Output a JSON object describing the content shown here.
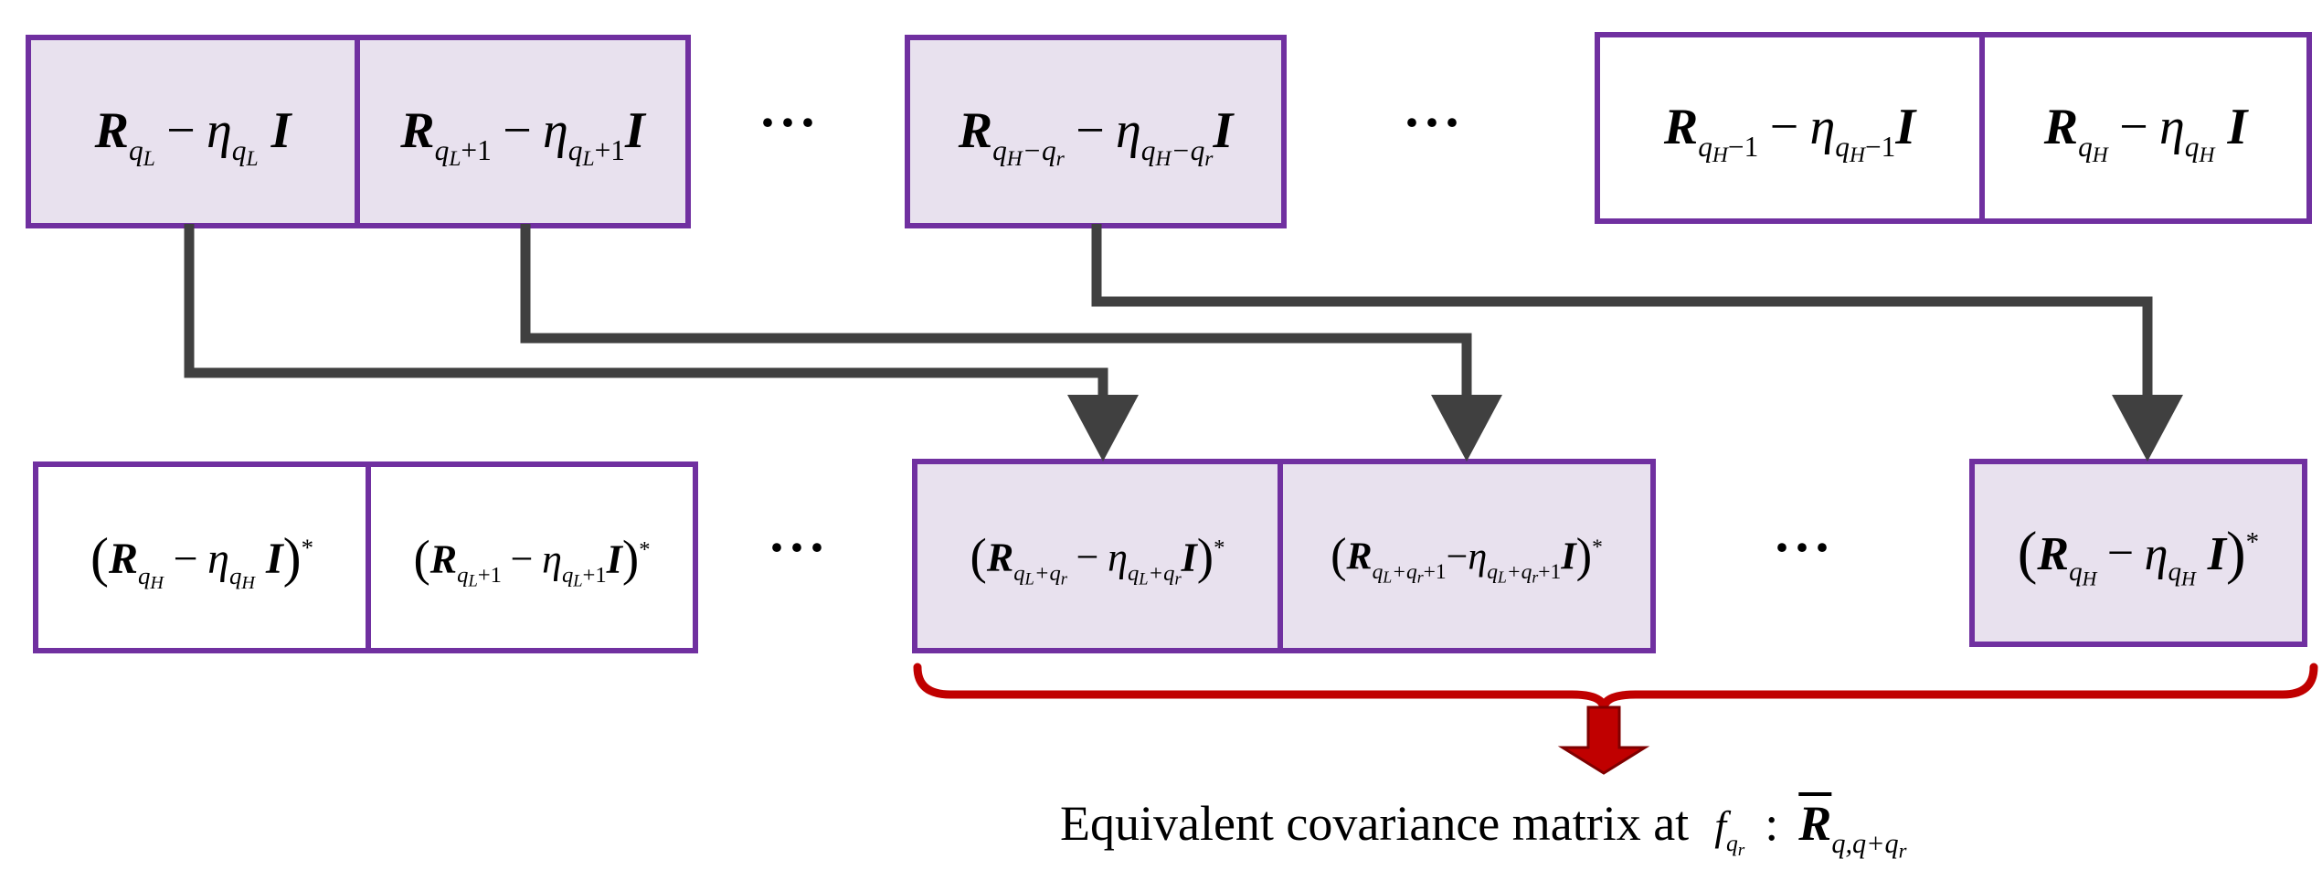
{
  "colors": {
    "border": "#7030a0",
    "shaded_fill": "#e8e1ee",
    "arrow": "#404040",
    "brace": "#c00000"
  },
  "top_row": {
    "cell_qL": {
      "sym": "R",
      "sub": "q",
      "sub2": "L",
      "minus": "−",
      "eta": "η",
      "esub": "q",
      "esub2": "L",
      "ident": "I"
    },
    "cell_qL1": {
      "sym": "R",
      "sub": "q",
      "sub2": "L",
      "plus": "+1",
      "minus": "−",
      "eta": "η",
      "esub": "q",
      "esub2": "L",
      "eplus": "+1",
      "ident": "I"
    },
    "dots1": "···",
    "cell_qHqr": {
      "sym": "R",
      "sub": "q",
      "sub2": "H",
      "mid": "−q",
      "sub3": "r",
      "minus": "−",
      "eta": "η",
      "esub": "q",
      "esub2": "H",
      "emid": "−q",
      "esub3": "r",
      "ident": "I"
    },
    "dots2": "···",
    "cell_qH1": {
      "sym": "R",
      "sub": "q",
      "sub2": "H",
      "plus": "−1",
      "minus": "−",
      "eta": "η",
      "esub": "q",
      "esub2": "H",
      "eplus": "−1",
      "ident": "I"
    },
    "cell_qH": {
      "sym": "R",
      "sub": "q",
      "sub2": "H",
      "minus": "−",
      "eta": "η",
      "esub": "q",
      "esub2": "H",
      "ident": "I"
    }
  },
  "bottom_row": {
    "cell_qH_conj": {
      "lp": "(",
      "sym": "R",
      "sub": "q",
      "sub2": "H",
      "minus": "−",
      "eta": "η",
      "esub": "q",
      "esub2": "H",
      "ident": "I",
      "rp": ")",
      "star": "*"
    },
    "cell_qL1_conj": {
      "lp": "(",
      "sym": "R",
      "sub": "q",
      "sub2": "L",
      "plus": "+1",
      "minus": "−",
      "eta": "η",
      "esub": "q",
      "esub2": "L",
      "eplus": "+1",
      "ident": "I",
      "rp": ")",
      "star": "*"
    },
    "dots1": "···",
    "cell_qLqr_conj": {
      "lp": "(",
      "sym": "R",
      "sub": "q",
      "sub2": "L",
      "mid": "+q",
      "sub3": "r",
      "minus": "−",
      "eta": "η",
      "esub": "q",
      "esub2": "L",
      "emid": "+q",
      "esub3": "r",
      "ident": "I",
      "rp": ")",
      "star": "*"
    },
    "cell_qLqr1_conj": {
      "lp": "(",
      "sym": "R",
      "sub": "q",
      "sub2": "L",
      "mid": "+q",
      "sub3": "r",
      "plus": "+1",
      "minus": "−",
      "eta": "η",
      "esub": "q",
      "esub2": "L",
      "emid": "+q",
      "esub3": "r",
      "eplus": "+1",
      "ident": "I",
      "rp": ")",
      "star": "*"
    },
    "dots2": "···",
    "cell_qH_conj2": {
      "lp": "(",
      "sym": "R",
      "sub": "q",
      "sub2": "H",
      "minus": "−",
      "eta": "η",
      "esub": "q",
      "esub2": "H",
      "ident": "I",
      "rp": ")",
      "star": "*"
    }
  },
  "caption": {
    "text": "Equivalent covariance matrix at",
    "f": "f",
    "fsub": "q",
    "fsub2": "r",
    "colon": ":",
    "rbar": "R",
    "rsub": "q,q+q",
    "rsub2": "r"
  }
}
